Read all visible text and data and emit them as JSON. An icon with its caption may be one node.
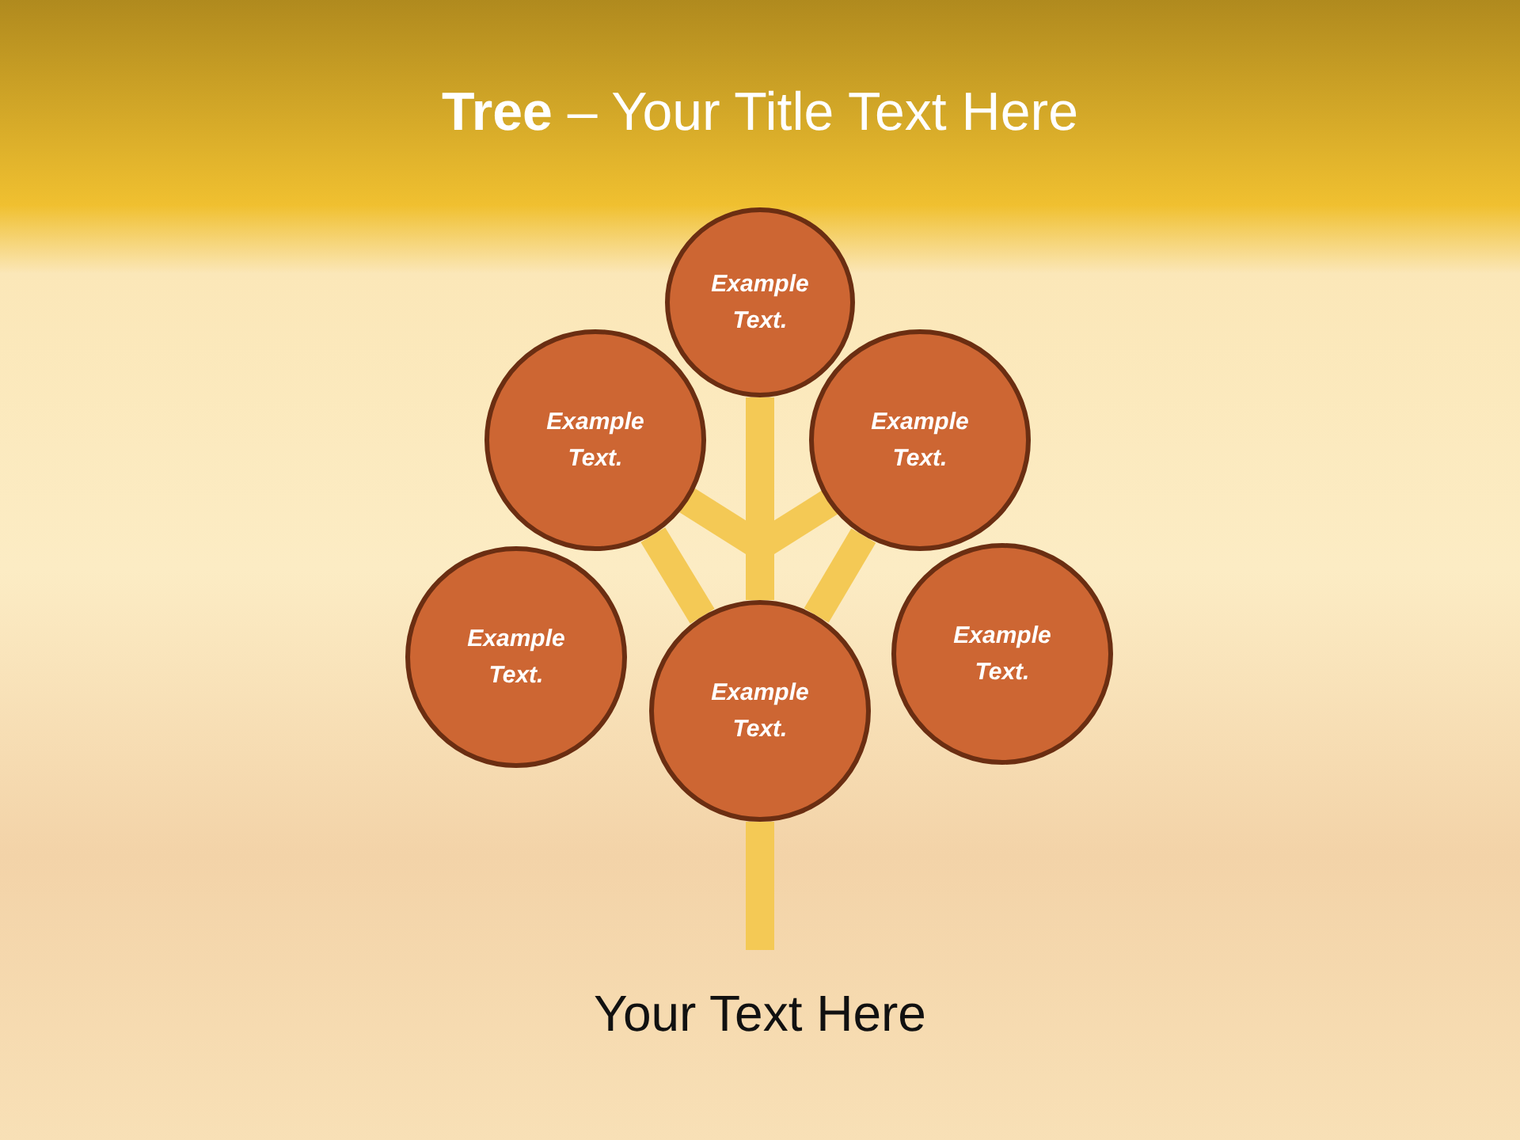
{
  "diagram": {
    "title": "**Tree** – Your Title Text Here",
    "caption": "Your Text Here",
    "nodes": [
      {
        "text": [
          "Example Text."
        ]
      },
      {
        "text": [
          "Example Text."
        ]
      },
      {
        "text": [
          "Example Text."
        ]
      },
      {
        "text": [
          "Example Text."
        ]
      },
      {
        "text": [
          "Example Text."
        ]
      },
      {
        "text": [
          "Example Text."
        ]
      }
    ],
    "edges": [
      {
        "from": 4,
        "to": 0,
        "arrow": "none"
      },
      {
        "from": 4,
        "to": 1,
        "arrow": "none"
      },
      {
        "from": 4,
        "to": 2,
        "arrow": "none"
      }
    ]
  }
}
